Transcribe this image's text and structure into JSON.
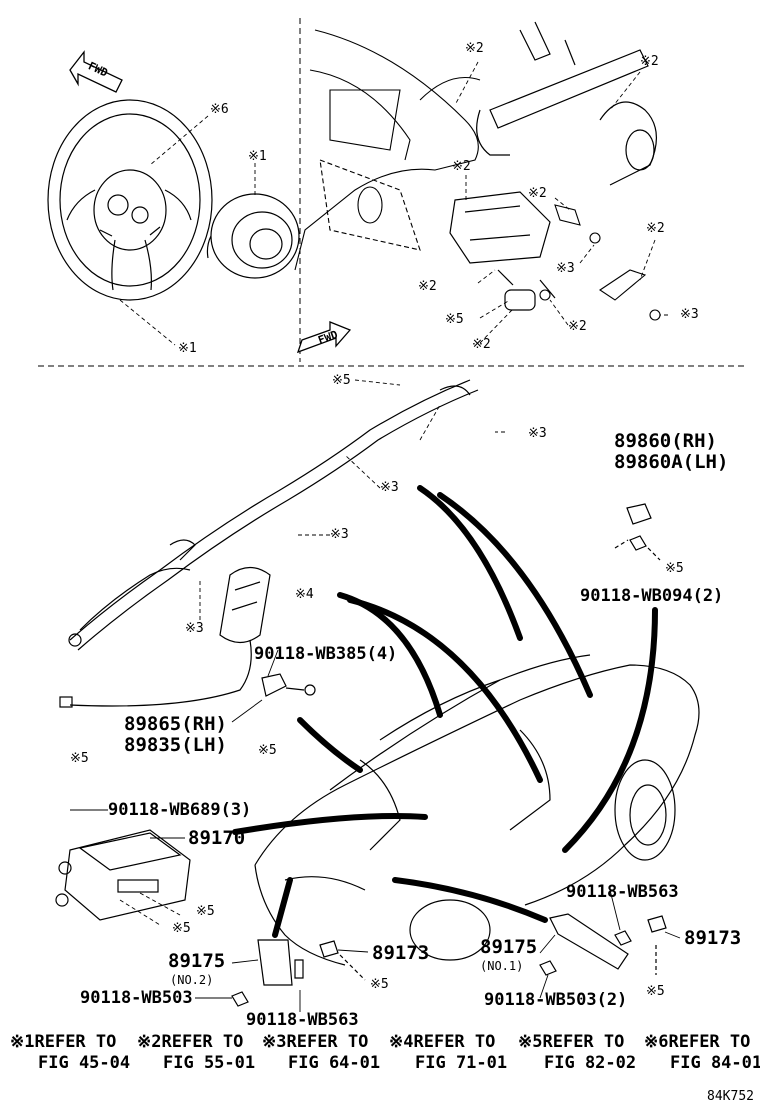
{
  "diagram_code": "84K752",
  "fwd_label": "FWD",
  "refs": {
    "r1": "※1",
    "r2": "※2",
    "r3": "※3",
    "r4": "※4",
    "r5": "※5",
    "r6": "※6"
  },
  "parts": {
    "p89860": "89860(RH)",
    "p89860a": "89860A(LH)",
    "p90118_wb094": "90118-WB094(2)",
    "p90118_wb385": "90118-WB385(4)",
    "p89865": "89865(RH)",
    "p89835": "89835(LH)",
    "p90118_wb689": "90118-WB689(3)",
    "p89170": "89170",
    "p90118_wb563_r": "90118-WB563",
    "p89173_r": "89173",
    "p89175_no1": "89175",
    "no1": "(NO.1)",
    "p90118_wb503_2": "90118-WB503(2)",
    "p89175_no2": "89175",
    "no2": "(NO.2)",
    "p89173_l": "89173",
    "p90118_wb503": "90118-WB503",
    "p90118_wb563_l": "90118-WB563"
  },
  "legend": [
    {
      "mark": "※1",
      "line1": "REFER TO",
      "line2": "FIG 45-04"
    },
    {
      "mark": "※2",
      "line1": "REFER TO",
      "line2": "FIG 55-01"
    },
    {
      "mark": "※3",
      "line1": "REFER TO",
      "line2": "FIG 64-01"
    },
    {
      "mark": "※4",
      "line1": "REFER TO",
      "line2": "FIG 71-01"
    },
    {
      "mark": "※5",
      "line1": "REFER TO",
      "line2": "FIG 82-02"
    },
    {
      "mark": "※6",
      "line1": "REFER TO",
      "line2": "FIG 84-01"
    }
  ]
}
